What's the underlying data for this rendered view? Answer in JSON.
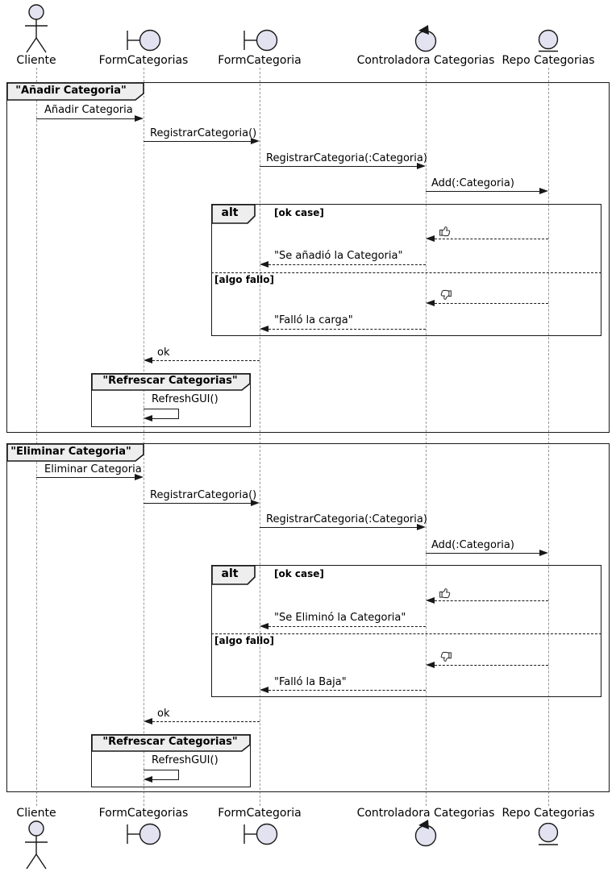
{
  "diagram_type": "uml-sequence",
  "colors": {
    "participant_fill": "#E2E2F0",
    "stroke": "#181818",
    "frame_tab_fill": "#EEEEEE",
    "lifeline": "#999999",
    "background": "#FFFFFF"
  },
  "icons": {
    "actor": "actor-stick-figure-icon",
    "boundary": "boundary-icon",
    "control": "control-icon",
    "entity": "entity-icon",
    "ok_result": "thumbs-up-icon",
    "fail_result": "thumbs-down-icon"
  },
  "participants": [
    {
      "label": "Cliente",
      "type": "actor"
    },
    {
      "label": "FormCategorias",
      "type": "boundary"
    },
    {
      "label": "FormCategoria",
      "type": "boundary"
    },
    {
      "label": "Controladora Categorias",
      "type": "control"
    },
    {
      "label": "Repo Categorias",
      "type": "entity"
    }
  ],
  "frame1": {
    "title": "\"Añadir Categoria\"",
    "msg_request": "Añadir Categoria",
    "msg_register": "RegistrarCategoria()",
    "msg_register_param": "RegistrarCategoria(:Categoria)",
    "msg_add": "Add(:Categoria)",
    "alt_label": "alt",
    "guard_ok": "[ok case]",
    "guard_fail": "[algo fallo]",
    "reply_ok": "\"Se añadió la Categoria\"",
    "reply_fail": "\"Falló la carga\"",
    "reply_done": "ok",
    "subframe_title": "\"Refrescar Categorias\"",
    "msg_refresh": "RefreshGUI()"
  },
  "frame2": {
    "title": "\"Eliminar Categoria\"",
    "msg_request": "Eliminar Categoria",
    "msg_register": "RegistrarCategoria()",
    "msg_register_param": "RegistrarCategoria(:Categoria)",
    "msg_add": "Add(:Categoria)",
    "alt_label": "alt",
    "guard_ok": "[ok case]",
    "guard_fail": "[algo fallo]",
    "reply_ok": "\"Se Eliminó la Categoria\"",
    "reply_fail": "\"Falló la Baja\"",
    "reply_done": "ok",
    "subframe_title": "\"Refrescar Categorias\"",
    "msg_refresh": "RefreshGUI()"
  }
}
